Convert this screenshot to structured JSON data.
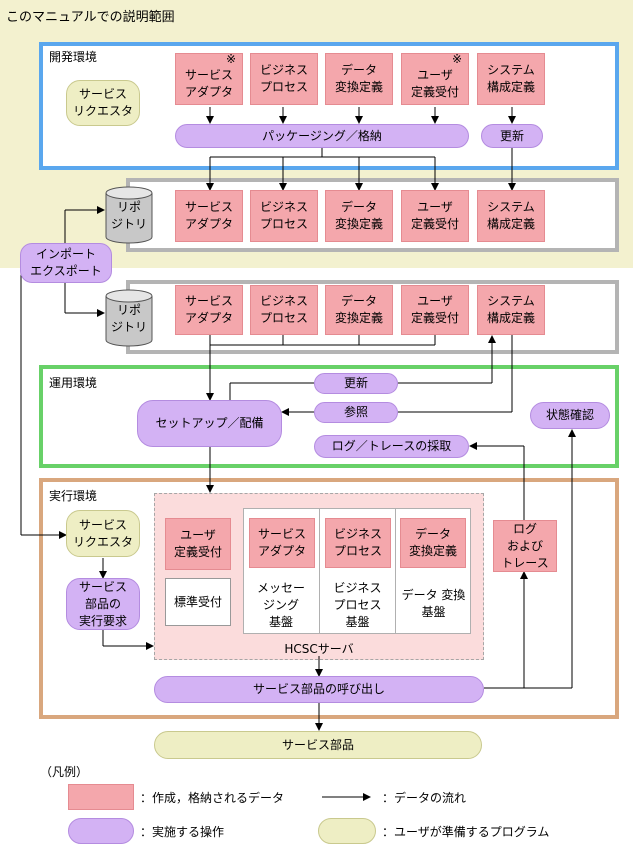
{
  "title": "このマニュアルでの説明範囲",
  "dev_env": {
    "title": "開発環境",
    "requester": "サービス\nリクエスタ",
    "items": [
      "サービス\nアダプタ",
      "ビジネス\nプロセス",
      "データ\n変換定義",
      "ユーザ\n定義受付",
      "システム\n構成定義"
    ],
    "mark": "※",
    "packaging": "パッケージング／格納",
    "update": "更新"
  },
  "repository": {
    "label": "リポ\nジトリ",
    "items": [
      "サービス\nアダプタ",
      "ビジネス\nプロセス",
      "データ\n変換定義",
      "ユーザ\n定義受付",
      "システム\n構成定義"
    ]
  },
  "import_export": "インポート\nエクスポート",
  "ops_env": {
    "title": "運用環境",
    "setup": "セットアップ／配備",
    "update": "更新",
    "reference": "参照",
    "log_collect": "ログ／トレースの採取",
    "status": "状態確認"
  },
  "exec_env": {
    "title": "実行環境",
    "requester": "サービス\nリクエスタ",
    "request": "サービス\n部品の\n実行要求",
    "user_accept": "ユーザ\n定義受付",
    "std_accept": "標準受付",
    "service_adapter": "サービス\nアダプタ",
    "business_process": "ビジネス\nプロセス",
    "data_transform": "データ\n変換定義",
    "messaging_base": "メッセー\nジング\n基盤",
    "bp_base": "ビジネス\nプロセス\n基盤",
    "dt_base": "データ 変換\n基盤",
    "hcsc_server": "HCSCサーバ",
    "log_trace": "ログ\nおよび\nトレース",
    "invoke": "サービス部品の呼び出し"
  },
  "service_part": "サービス部品",
  "legend": {
    "title": "（凡例）",
    "data": "：作成，格納されるデータ",
    "flow": "：データの流れ",
    "op": "：実施する操作",
    "program": "：ユーザが準備するプログラム"
  },
  "colors": {
    "data": "#f4a7ac",
    "operation": "#d3b2f4",
    "program": "#eeeec4",
    "scope": "#f3f1cf",
    "dev_border": "#5aa7ee",
    "repo_border": "#b4b4b4",
    "ops_border": "#68d168",
    "exec_border": "#d9a77e"
  }
}
